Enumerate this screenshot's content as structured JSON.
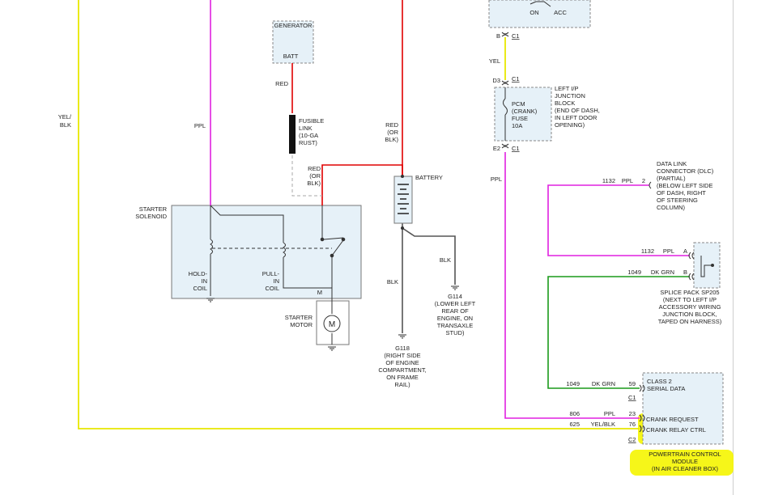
{
  "colors": {
    "ppl": "#e020e0",
    "red": "#e00000",
    "yellow": "#e8e800",
    "green": "#1a9a1a",
    "black": "#333333",
    "box_fill": "#e6f1f8",
    "highlight": "#f5f500"
  },
  "generator": {
    "title": "GENERATOR",
    "terminal": "BATT"
  },
  "wires": {
    "yel_blk_a": "YEL/",
    "yel_blk_b": "BLK",
    "ppl_left": "PPL",
    "red_gen": "RED",
    "fusible_1": "FUSIBLE",
    "fusible_2": "LINK",
    "fusible_3": "(10-GA",
    "fusible_4": "RUST)",
    "red_or_blk_left_1": "RED",
    "red_or_blk_left_2": "(OR",
    "red_or_blk_left_3": "BLK)",
    "red_or_blk_bat_1": "RED",
    "red_or_blk_bat_2": "(OR",
    "red_or_blk_bat_3": "BLK)",
    "blk_bat": "BLK",
    "blk_g114": "BLK",
    "yel_ign": "YEL",
    "ppl_right": "PPL"
  },
  "battery": {
    "label": "BATTERY"
  },
  "solenoid": {
    "label_1": "STARTER",
    "label_2": "SOLENOID",
    "hold_1": "HOLD-",
    "hold_2": "IN",
    "hold_3": "COIL",
    "pull_1": "PULL-",
    "pull_2": "IN",
    "pull_3": "COIL",
    "m_terminal": "M"
  },
  "motor": {
    "label_1": "STARTER",
    "label_2": "MOTOR",
    "symbol": "M"
  },
  "g118": {
    "id": "G118",
    "l1": "(RIGHT SIDE",
    "l2": "OF ENGINE",
    "l3": "COMPARTMENT,",
    "l4": "ON FRAME",
    "l5": "RAIL)"
  },
  "g114": {
    "id": "G114",
    "l1": "(LOWER LEFT",
    "l2": "REAR OF",
    "l3": "ENGINE, ON",
    "l4": "TRANSAXLE",
    "l5": "STUD)"
  },
  "ignition": {
    "on": "ON",
    "acc": "ACC",
    "pin_b": "B",
    "conn": "C1"
  },
  "junction": {
    "pin_top": "D3",
    "conn_top": "C1",
    "fuse_1": "PCM",
    "fuse_2": "(CRANK)",
    "fuse_3": "FUSE",
    "fuse_4": "10A",
    "pin_bottom": "E2",
    "conn_bottom": "C1",
    "desc_1": "LEFT I/P",
    "desc_2": "JUNCTION",
    "desc_3": "BLOCK",
    "desc_4": "(END OF DASH,",
    "desc_5": "IN LEFT DOOR",
    "desc_6": "OPENING)"
  },
  "dlc": {
    "circuit": "1132",
    "color": "PPL",
    "pin": "2",
    "l1": "DATA LINK",
    "l2": "CONNECTOR (DLC)",
    "l3": "(PARTIAL)",
    "l4": "(BELOW LEFT SIDE",
    "l5": "OF DASH, RIGHT",
    "l6": "OF STEERING",
    "l7": "COLUMN)"
  },
  "splice": {
    "a_circuit": "1132",
    "a_color": "PPL",
    "a_pin": "A",
    "b_circuit": "1049",
    "b_color": "DK GRN",
    "b_pin": "B",
    "l1": "SPLICE PACK SP205",
    "l2": "(NEXT TO LEFT I/P",
    "l3": "ACCESSORY WIRING",
    "l4": "JUNCTION BLOCK,",
    "l5": "TAPED ON HARNESS)"
  },
  "pcm": {
    "class2_circuit": "1049",
    "class2_color": "DK GRN",
    "class2_pin": "59",
    "class2_1": "CLASS 2",
    "class2_2": "SERIAL DATA",
    "conn_c1": "C1",
    "crank_req_circuit": "806",
    "crank_req_color": "PPL",
    "crank_req_pin": "23",
    "crank_req_label": "CRANK REQUEST",
    "crank_relay_circuit": "625",
    "crank_relay_color": "YEL/BLK",
    "crank_relay_pin": "76",
    "crank_relay_label": "CRANK RELAY CTRL",
    "conn_c2": "C2",
    "title_1": "POWERTRAIN CONTROL",
    "title_2": "MODULE",
    "title_3": "(IN AIR CLEANER BOX)"
  }
}
